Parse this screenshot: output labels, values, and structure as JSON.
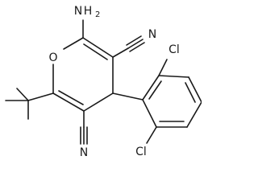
{
  "molecule": {
    "atoms": {
      "oxygen": "O",
      "nitrogen_amino": "N",
      "amino_h": "H",
      "amino_h_count": "2",
      "nitrile_n_top": "N",
      "nitrile_n_bottom": "N",
      "chloro_top": "Cl",
      "chloro_bottom": "Cl"
    }
  }
}
